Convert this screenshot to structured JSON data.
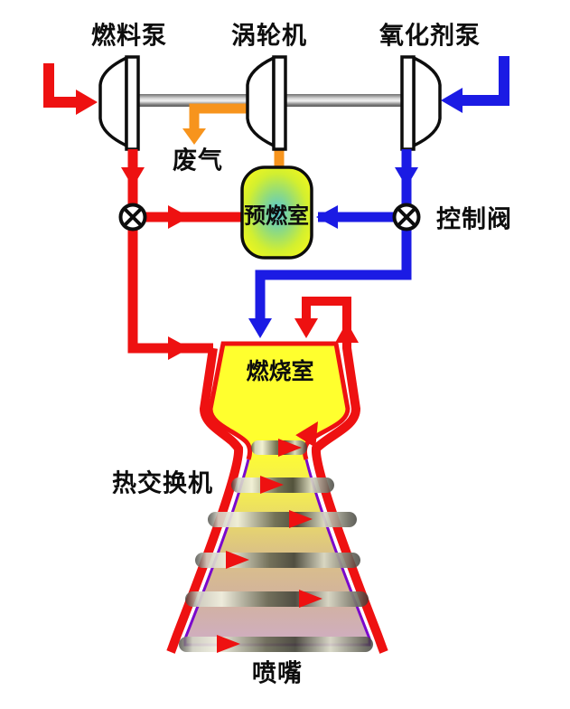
{
  "labels": {
    "fuel_pump": "燃料泵",
    "turbine": "涡轮机",
    "oxidizer_pump": "氧化剂泵",
    "exhaust_gas": "废气",
    "preburner": "预燃室",
    "control_valve": "控制阀",
    "combustion_chamber": "燃烧室",
    "heat_exchanger": "热交换机",
    "nozzle": "喷嘴"
  },
  "colors": {
    "background": "#ffffff",
    "fuel_line": "#ee1111",
    "oxidizer_line": "#1b1be4",
    "exhaust_line": "#f7941d",
    "chamber_yellow": "#ffff2e",
    "nozzle_purple": "#7b08cc",
    "outline_black": "#0d0d0d"
  }
}
